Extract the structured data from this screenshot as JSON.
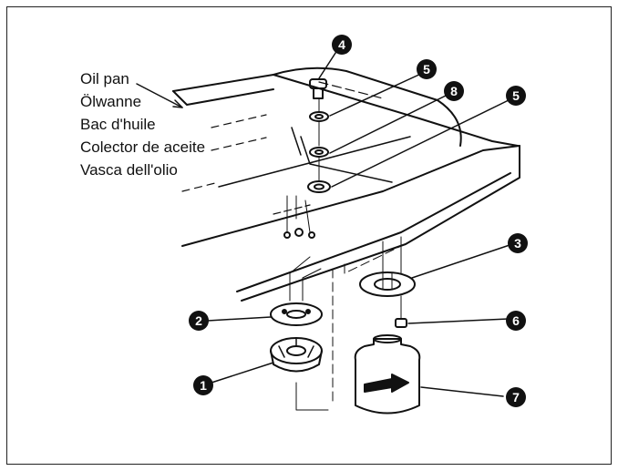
{
  "labels": {
    "oil_pan_en": "Oil pan",
    "oil_pan_de": "Ölwanne",
    "oil_pan_fr": "Bac d'huile",
    "oil_pan_es": "Colector de aceite",
    "oil_pan_it": "Vasca dell'olio"
  },
  "callouts": {
    "c1": "1",
    "c2": "2",
    "c3": "3",
    "c4": "4",
    "c5a": "5",
    "c5b": "5",
    "c6": "6",
    "c7": "7",
    "c8": "8"
  }
}
